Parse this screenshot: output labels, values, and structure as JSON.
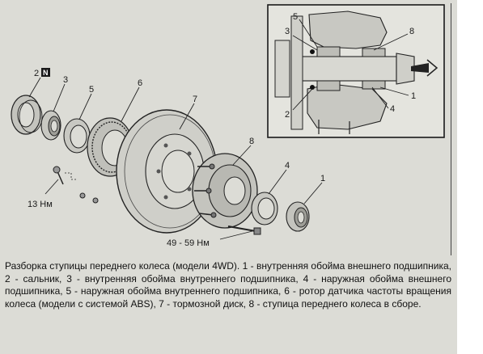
{
  "parts": {
    "p1": "1",
    "p2": "2",
    "p2_badge": "N",
    "p3": "3",
    "p4": "4",
    "p5": "5",
    "p6": "6",
    "p7": "7",
    "p8": "8"
  },
  "inset": {
    "p1": "1",
    "p2": "2",
    "p3": "3",
    "p4": "4",
    "p5": "5",
    "p8": "8"
  },
  "torques": {
    "small": "13 Нм",
    "large": "49 - 59 Нм"
  },
  "caption": "Разборка ступицы переднего колеса (модели 4WD). 1 - внутренняя обойма внешнего подшипника, 2 - сальник, 3 - внутренняя обойма внутреннего подшипника, 4 - наружная обойма внешнего подшипника, 5 - наружная обойма внутреннего подшипника, 6 - ротор датчика частоты вращения колеса (модели с системой ABS), 7 - тормозной диск, 8 - ступица переднего колеса в сборе.",
  "colors": {
    "background": "#dcdcd6",
    "ink": "#1a1a1a"
  }
}
